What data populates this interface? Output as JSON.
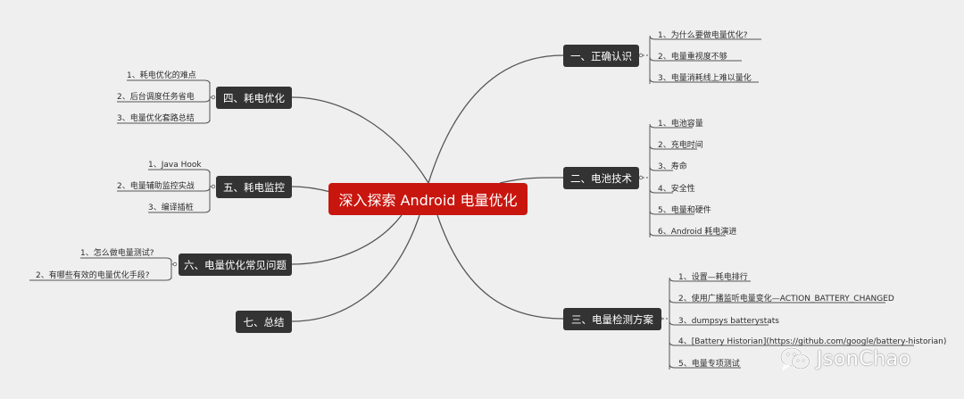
{
  "center": {
    "label": "深入探索 Android 电量优化"
  },
  "branches": [
    {
      "label": "一、正确认识",
      "items": [
        "1、为什么要做电量优化?",
        "2、电量重视度不够",
        "3、电量消耗线上难以量化"
      ]
    },
    {
      "label": "二、电池技术",
      "items": [
        "1、电池容量",
        "2、充电时间",
        "3、寿命",
        "4、安全性",
        "5、电量和硬件",
        "6、Android 耗电演进"
      ]
    },
    {
      "label": "三、电量检测方案",
      "items": [
        "1、设置—耗电排行",
        "2、使用广播监听电量变化—ACTION_BATTERY_CHANGED",
        "3、dumpsys batterystats",
        "4、[Battery Historian](https://github.com/google/battery-historian)",
        "5、电量专项测试"
      ]
    },
    {
      "label": "四、耗电优化",
      "items": [
        "1、耗电优化的难点",
        "2、后台调度任务省电",
        "3、电量优化套路总结"
      ]
    },
    {
      "label": "五、耗电监控",
      "items": [
        "1、Java Hook",
        "2、电量辅助监控实战",
        "3、编译插桩"
      ]
    },
    {
      "label": "六、电量优化常见问题",
      "items": [
        "1、怎么做电量测试?",
        "2、有哪些有效的电量优化手段?"
      ]
    },
    {
      "label": "七、总结",
      "items": []
    }
  ],
  "watermark": {
    "text": "JsonChao",
    "icon": "wechat-icon"
  },
  "colors": {
    "background": "#efefef",
    "center": "#c8160f",
    "branch": "#333333",
    "line": "#555555"
  }
}
